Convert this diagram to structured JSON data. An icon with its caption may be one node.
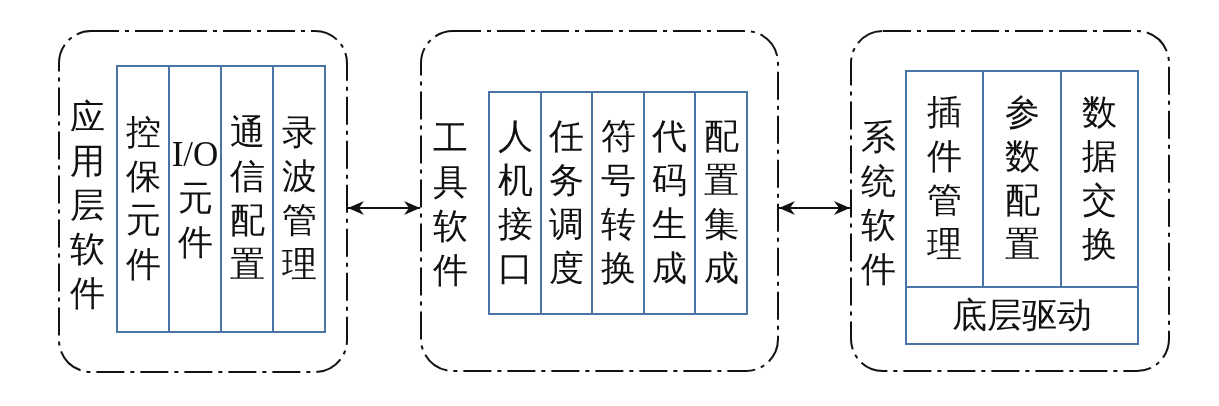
{
  "diagram": {
    "nodes": [
      {
        "text": [
          "应用层软件"
        ]
      },
      {
        "text": [
          "控保元件"
        ],
        "in": 0
      },
      {
        "text": [
          "I/O元件"
        ],
        "in": 0
      },
      {
        "text": [
          "通信配置"
        ],
        "in": 0
      },
      {
        "text": [
          "录波管理"
        ],
        "in": 0
      },
      {
        "text": [
          "工具软件"
        ]
      },
      {
        "text": [
          "人机接口"
        ],
        "in": 5
      },
      {
        "text": [
          "任务调度"
        ],
        "in": 5
      },
      {
        "text": [
          "符号转换"
        ],
        "in": 5
      },
      {
        "text": [
          "代码生成"
        ],
        "in": 5
      },
      {
        "text": [
          "配置集成"
        ],
        "in": 5
      },
      {
        "text": [
          "系统软件"
        ]
      },
      {
        "text": [
          "插件管理"
        ],
        "in": 11
      },
      {
        "text": [
          "参数配置"
        ],
        "in": 11
      },
      {
        "text": [
          "数据交换"
        ],
        "in": 11
      },
      {
        "text": [
          "底层驱动"
        ],
        "in": 11
      }
    ],
    "edges": [
      {
        "from": 0,
        "to": 5,
        "arrow": "both"
      },
      {
        "from": 5,
        "to": 11,
        "arrow": "both"
      }
    ]
  }
}
